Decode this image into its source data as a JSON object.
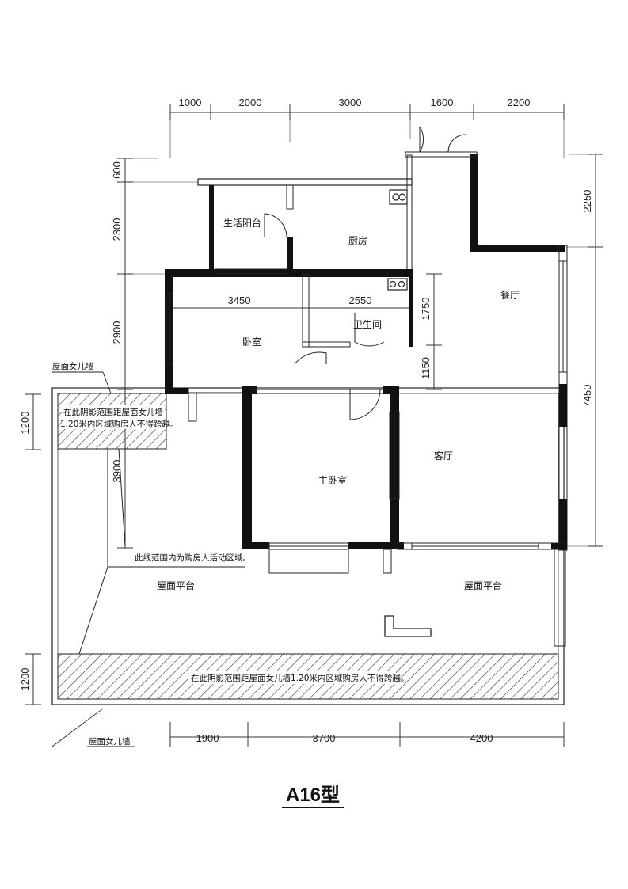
{
  "title": "A16型",
  "dimensions": {
    "top": [
      "1000",
      "2000",
      "3000",
      "1600",
      "2200"
    ],
    "bottom": [
      "1900",
      "3700",
      "4200"
    ],
    "left": [
      "600",
      "2300",
      "2900",
      "3900"
    ],
    "left_parapet_top": "1200",
    "left_parapet_bottom": "1200",
    "right": [
      "2250",
      "7450"
    ],
    "inner_mid": [
      "1750",
      "1150"
    ],
    "inner_row": [
      "3450",
      "2550"
    ]
  },
  "rooms": {
    "utility_balcony": "生活阳台",
    "kitchen": "厨房",
    "dining": "餐厅",
    "bathroom": "卫生间",
    "bedroom": "卧室",
    "living": "客厅",
    "master_bedroom": "主卧室",
    "roof_terrace_left": "屋面平台",
    "roof_terrace_right": "屋面平台"
  },
  "notes": {
    "parapet_label_top": "屋面女儿墙",
    "parapet_label_bottom": "屋面女儿墙",
    "hatch_top_line1": "在此阴影范围距屋面女儿墙",
    "hatch_top_line2": "1.20米内区域购房人不得跨越。",
    "activity_area": "此线范围内为购房人活动区域。",
    "hatch_bottom": "在此阴影范围距屋面女儿墙1.20米内区域购房人不得跨越。"
  }
}
